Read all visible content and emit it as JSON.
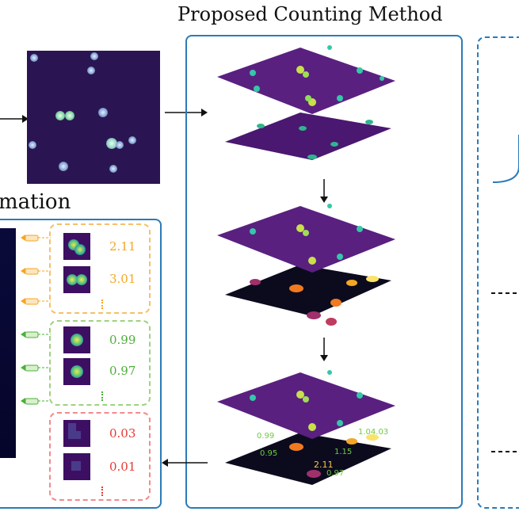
{
  "title": "Proposed Counting Method",
  "partial_heading": "mation",
  "groups": {
    "orange": {
      "values": [
        "2.11",
        "3.01"
      ],
      "color": "#f5a623"
    },
    "green": {
      "values": [
        "0.99",
        "0.97"
      ],
      "color": "#4caf3a"
    },
    "red": {
      "values": [
        "0.03",
        "0.01"
      ],
      "color": "#e53935"
    }
  },
  "overlay_labels": {
    "green": [
      "0.99",
      "0.95",
      "1.15",
      "0.97",
      "1.04.03"
    ],
    "orange": [
      "2.11"
    ]
  },
  "colors": {
    "panel_border": "#2b7bb9",
    "heatmap_purple": "#3d0f63",
    "dark_map": "#0c0b1e"
  }
}
